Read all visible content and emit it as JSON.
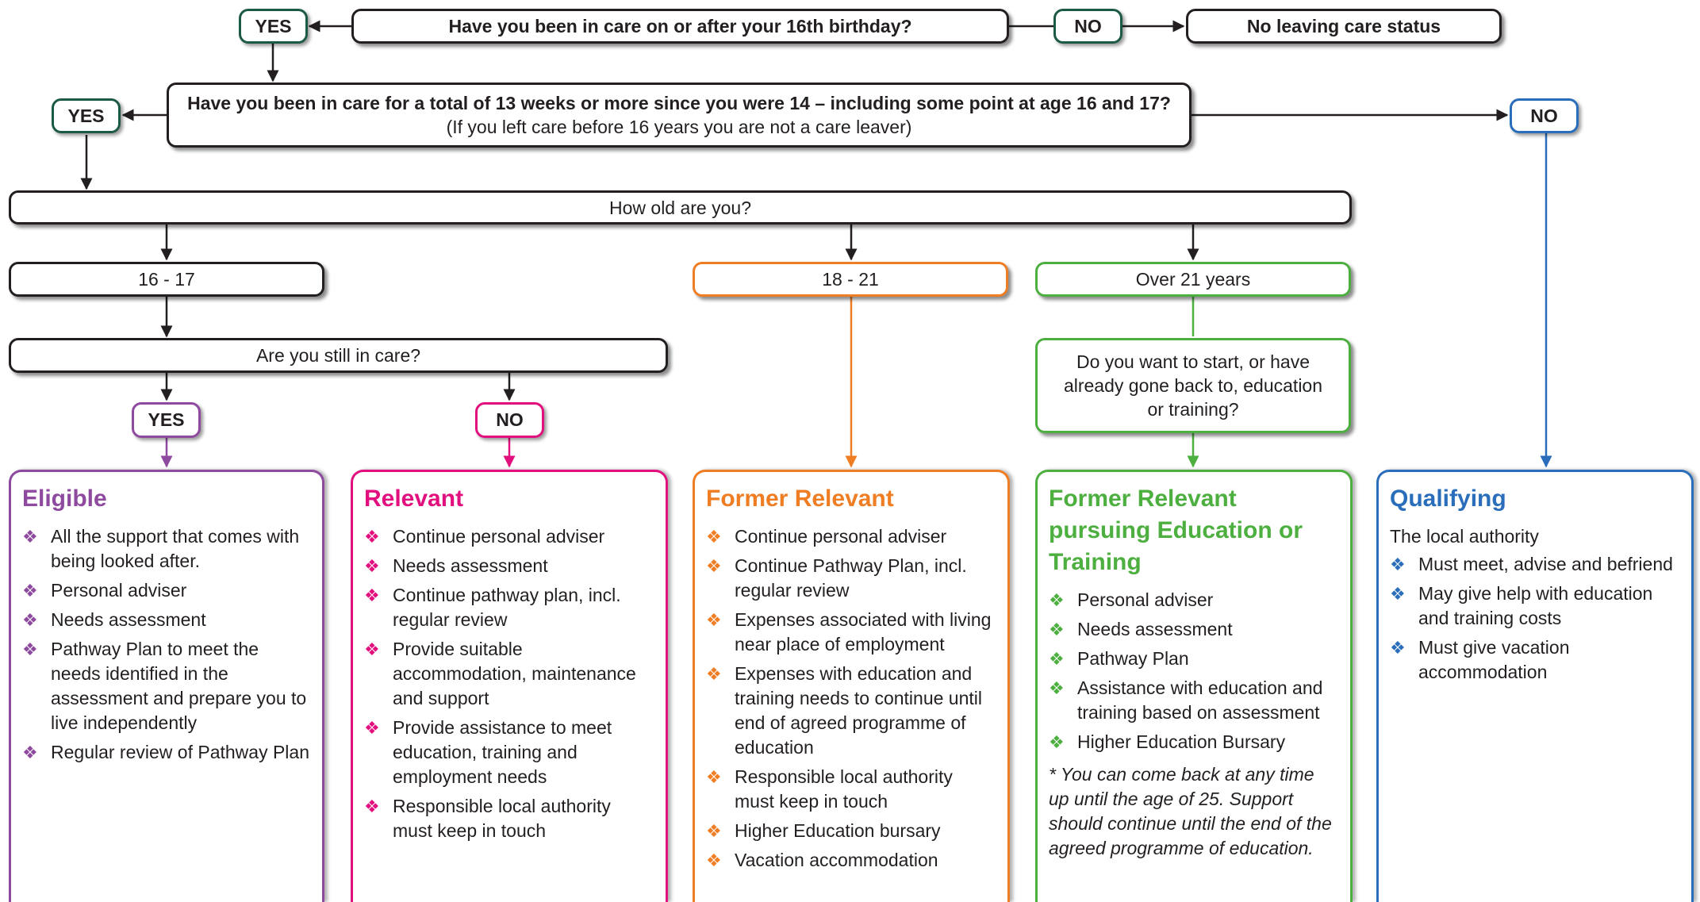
{
  "colors": {
    "black": "#231f20",
    "green_dark": "#1d5a46",
    "purple": "#8e4a9e",
    "magenta": "#e2107e",
    "orange": "#ef7d23",
    "green": "#4daf3f",
    "blue": "#2a6ebb"
  },
  "icons": {
    "bullet": "diamond-cluster-icon"
  },
  "bullet_glyph": "❖",
  "q1": {
    "text": "Have you been in care on or after your 16th birthday?",
    "yes": "YES",
    "no": "NO",
    "no_result": "No leaving care status"
  },
  "q2": {
    "text": "Have you been in care for a total of 13 weeks or more since you were 14 – including some point at age 16 and 17?",
    "subtext": "(If you left care before 16 years you are not a care leaver)",
    "yes": "YES",
    "no": "NO"
  },
  "q3": {
    "text": "How old are you?"
  },
  "ages": {
    "a": "16 - 17",
    "b": "18 - 21",
    "c": "Over 21 years"
  },
  "q4": {
    "text": "Are you still in care?",
    "yes": "YES",
    "no": "NO"
  },
  "q5": {
    "text": "Do you want to start, or have already gone back to, education or training?"
  },
  "eligible": {
    "title": "Eligible",
    "items": [
      "All the support that comes with being looked after.",
      "Personal adviser",
      "Needs assessment",
      "Pathway Plan to meet the needs identified in the assessment and prepare you to live independently",
      "Regular review of Pathway Plan"
    ]
  },
  "relevant": {
    "title": "Relevant",
    "items": [
      "Continue personal adviser",
      "Needs assessment",
      "Continue pathway plan, incl. regular review",
      "Provide suitable accommodation, maintenance and support",
      "Provide assistance to meet education, training and employment needs",
      "Responsible local authority must keep in touch"
    ]
  },
  "former_relevant": {
    "title": "Former Relevant",
    "items": [
      "Continue personal adviser",
      "Continue Pathway Plan, incl. regular review",
      "Expenses associated with living near place of employment",
      "Expenses with education and training needs to continue until end of agreed programme of education",
      "Responsible local authority must keep in touch",
      "Higher Education bursary",
      "Vacation accommodation"
    ]
  },
  "former_relevant_edu": {
    "title": "Former Relevant pursuing Education or Training",
    "items": [
      "Personal adviser",
      "Needs assessment",
      "Pathway Plan",
      "Assistance with education and training based on assessment",
      "Higher Education Bursary"
    ],
    "note": "* You can come back at any time up until the age of 25. Support should continue until the end of the agreed programme of education."
  },
  "qualifying": {
    "title": "Qualifying",
    "lead": "The local authority",
    "items": [
      "Must meet, advise and befriend",
      "May give help with education and training costs",
      "Must give vacation accommodation"
    ]
  }
}
